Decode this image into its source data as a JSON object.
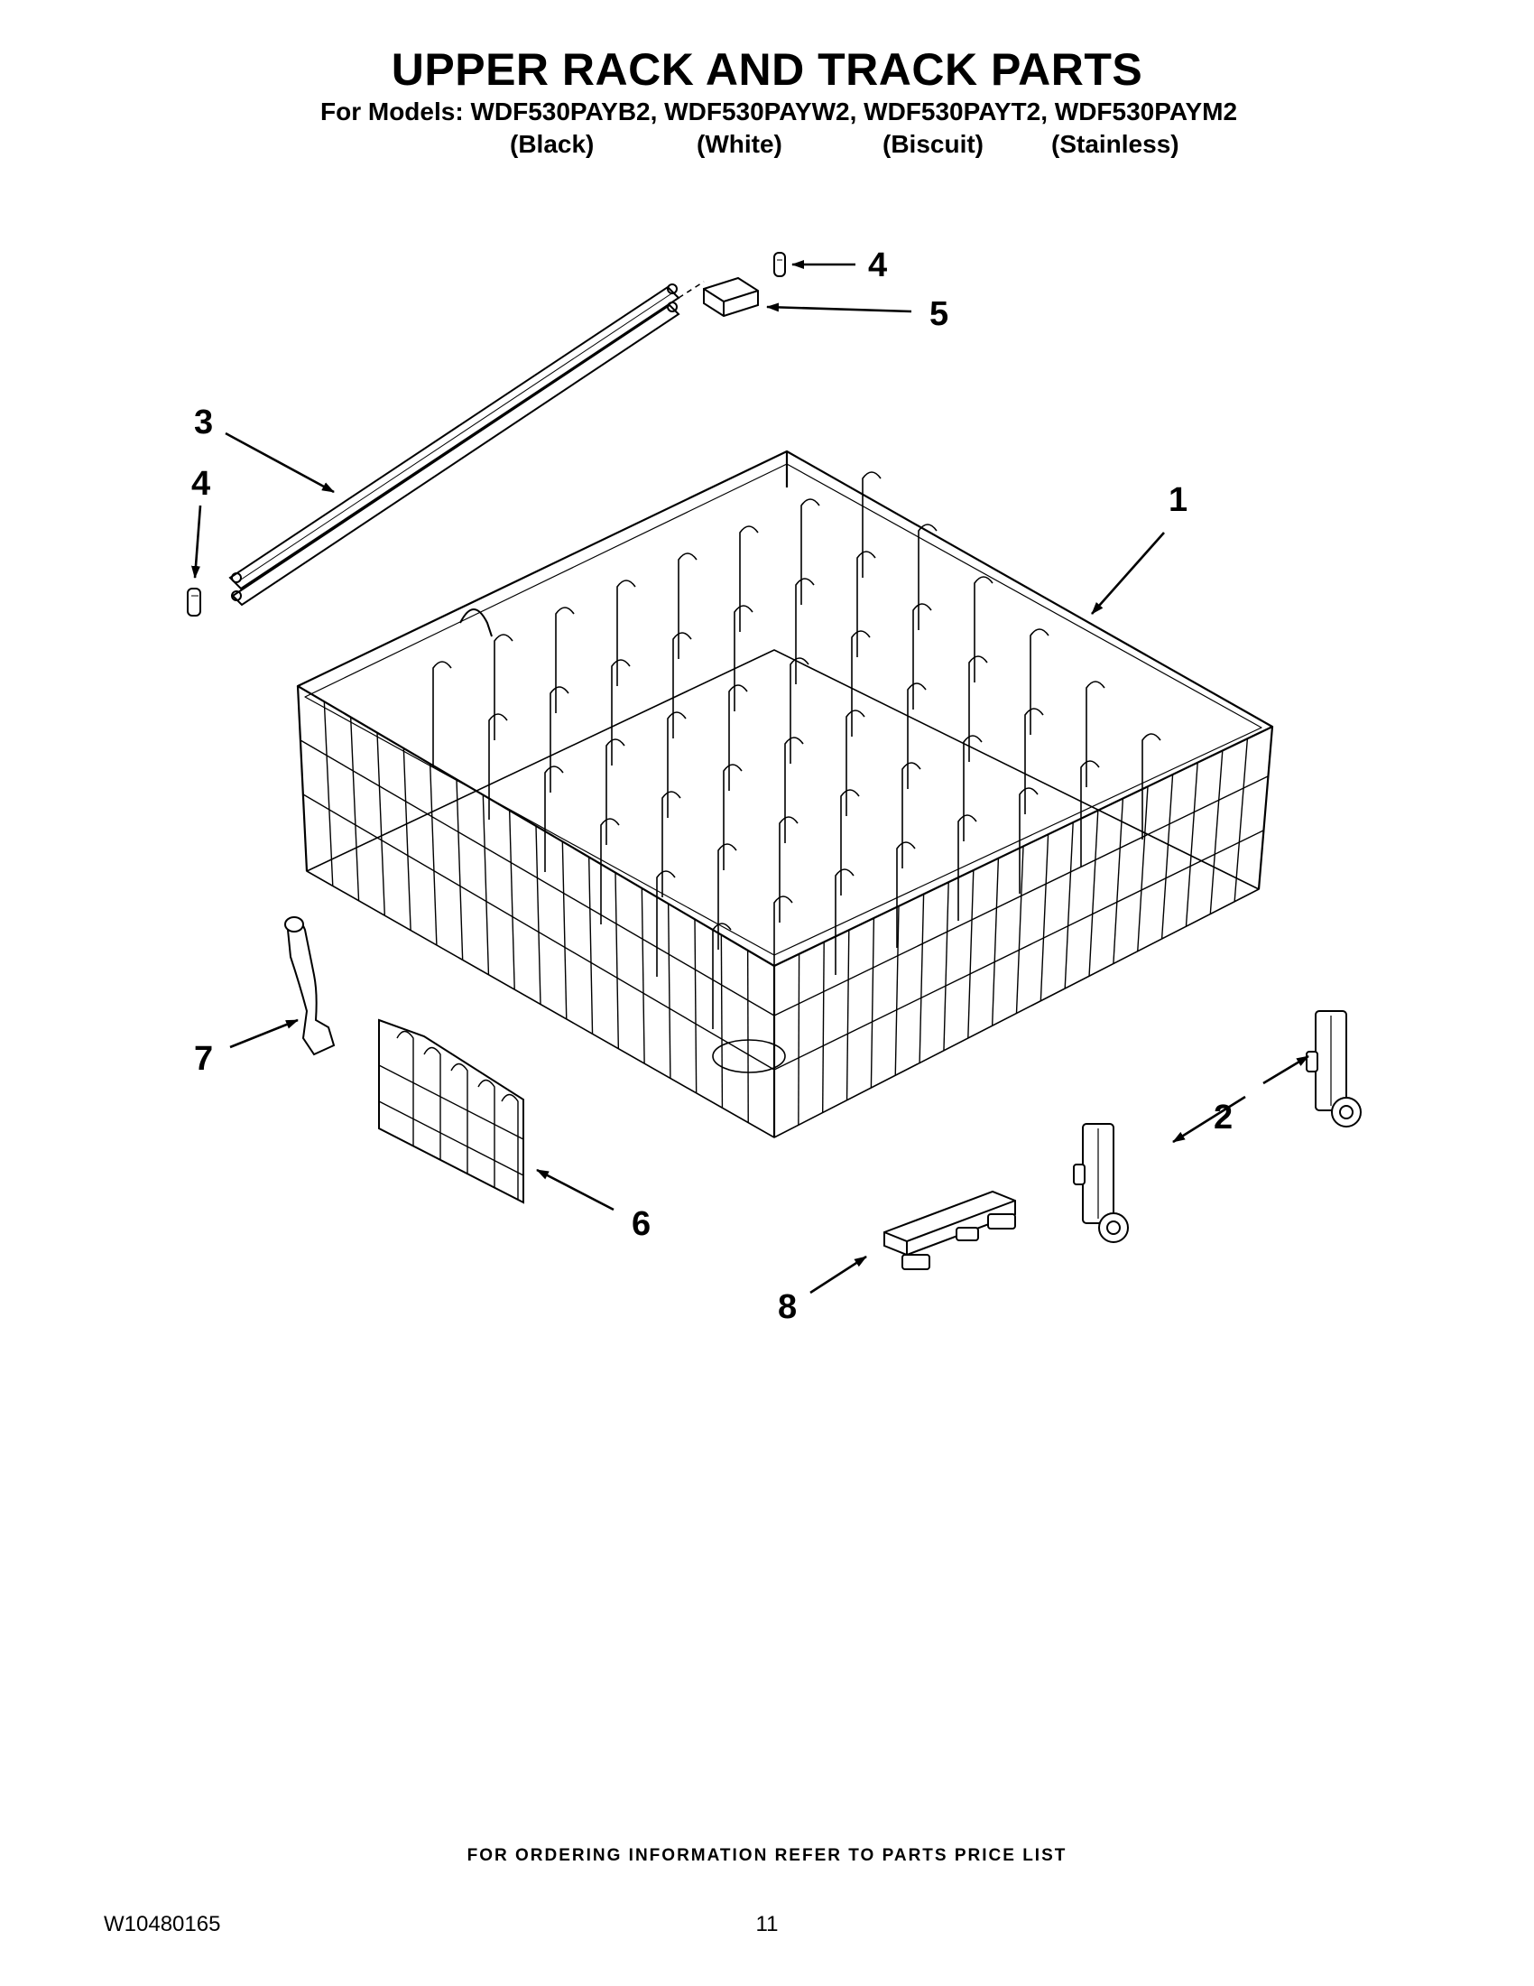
{
  "header": {
    "title": "UPPER RACK AND TRACK PARTS",
    "models_line": "For Models: WDF530PAYB2, WDF530PAYW2, WDF530PAYT2, WDF530PAYM2",
    "colors": [
      "(Black)",
      "(White)",
      "(Biscuit)",
      "(Stainless)"
    ]
  },
  "callouts": [
    "1",
    "2",
    "3",
    "4",
    "4",
    "5",
    "6",
    "7",
    "8"
  ],
  "footer": {
    "ordering_note": "FOR ORDERING INFORMATION REFER TO PARTS PRICE LIST",
    "document_number": "W10480165",
    "page_number": "11"
  }
}
